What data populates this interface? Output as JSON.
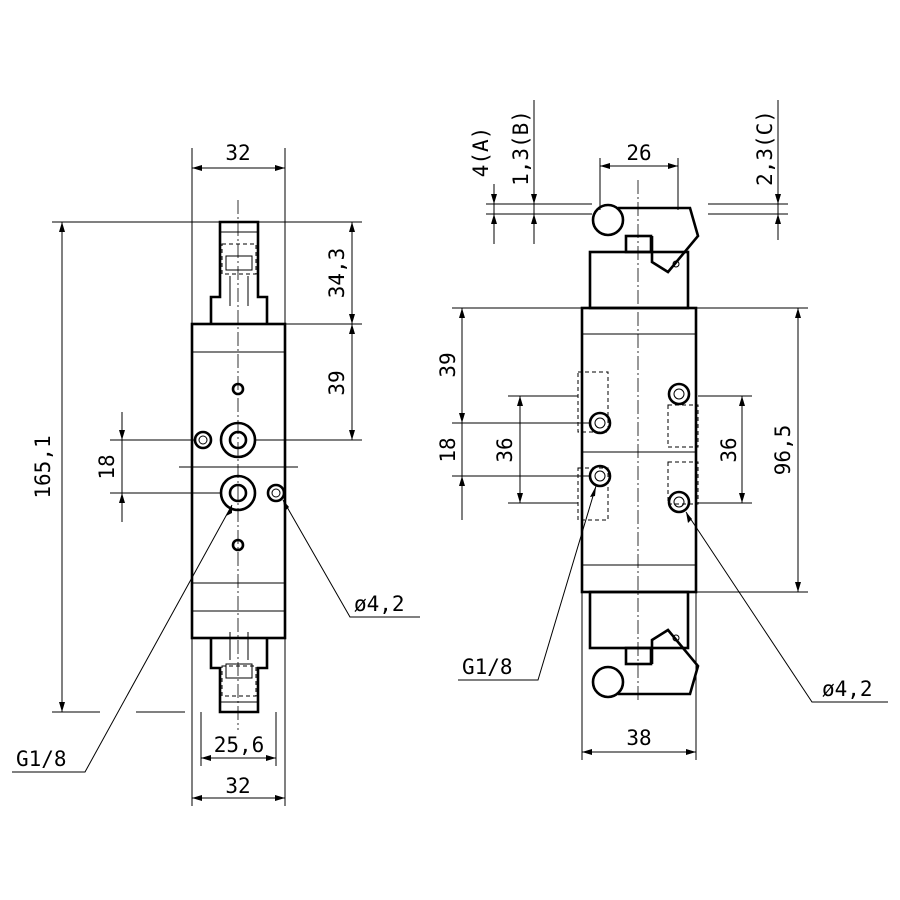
{
  "left_view": {
    "dimensions": {
      "top_width": "32",
      "bottom_width": "32",
      "inner_width": "25,6",
      "total_height": "165,1",
      "upper_height": "34,3",
      "middle_height": "39",
      "port_spacing": "18"
    },
    "callouts": {
      "thread": "G1/8",
      "hole": "ø4,2"
    }
  },
  "right_view": {
    "dimensions": {
      "actuator_width": "26",
      "body_width": "38",
      "height": "96,5",
      "upper_offset": "39",
      "port_spacing": "18",
      "left_pitch": "36",
      "right_pitch": "36",
      "stroke_a": "4(A)",
      "stroke_b": "1,3(B)",
      "stroke_c": "2,3(C)"
    },
    "callouts": {
      "thread": "G1/8",
      "hole": "ø4,2"
    }
  }
}
